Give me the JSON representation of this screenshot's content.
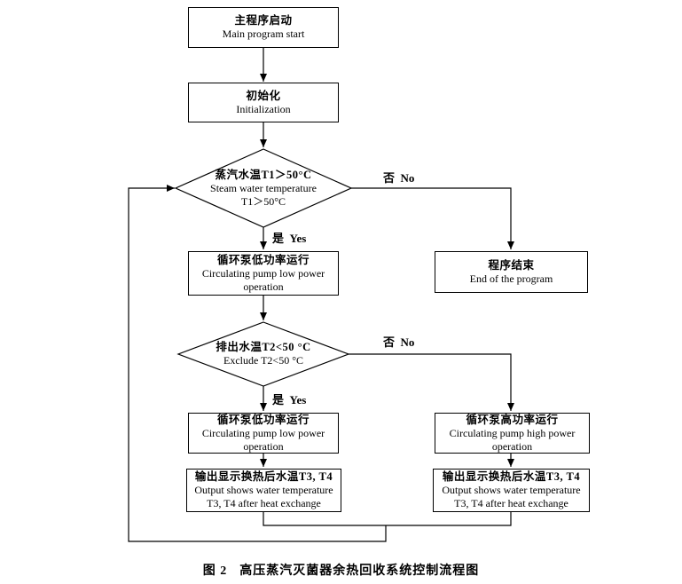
{
  "nodes": {
    "start": {
      "zh": "主程序启动",
      "en1": "Main program start"
    },
    "init": {
      "zh": "初始化",
      "en1": "Initialization"
    },
    "decision1": {
      "zh": "蒸汽水温T1＞50°C",
      "en1": "Steam water temperature",
      "en2": "T1＞50°C"
    },
    "pump_low_1": {
      "zh": "循环泵低功率运行",
      "en1": "Circulating pump low power",
      "en2": "operation"
    },
    "end": {
      "zh": "程序结束",
      "en1": "End of the program"
    },
    "decision2": {
      "zh": "排出水温T2<50 °C",
      "en1": "Exclude T2<50 °C"
    },
    "pump_low_2": {
      "zh": "循环泵低功率运行",
      "en1": "Circulating pump low power",
      "en2": "operation"
    },
    "pump_high": {
      "zh": "循环泵高功率运行",
      "en1": "Circulating pump high power",
      "en2": "operation"
    },
    "output_left": {
      "zh": "输出显示换热后水温T3, T4",
      "en1": "Output shows water temperature",
      "en2": "T3, T4 after heat exchange"
    },
    "output_right": {
      "zh": "输出显示换热后水温T3, T4",
      "en1": "Output shows water temperature",
      "en2": "T3, T4 after heat exchange"
    }
  },
  "labels": {
    "no1": "否  No",
    "yes1": "是  Yes",
    "no2": "否  No",
    "yes2": "是  Yes"
  },
  "caption": {
    "prefix": "图 2",
    "title": "高压蒸汽灭菌器余热回收系统控制流程图"
  },
  "colors": {
    "line": "#000000",
    "background": "#ffffff"
  }
}
